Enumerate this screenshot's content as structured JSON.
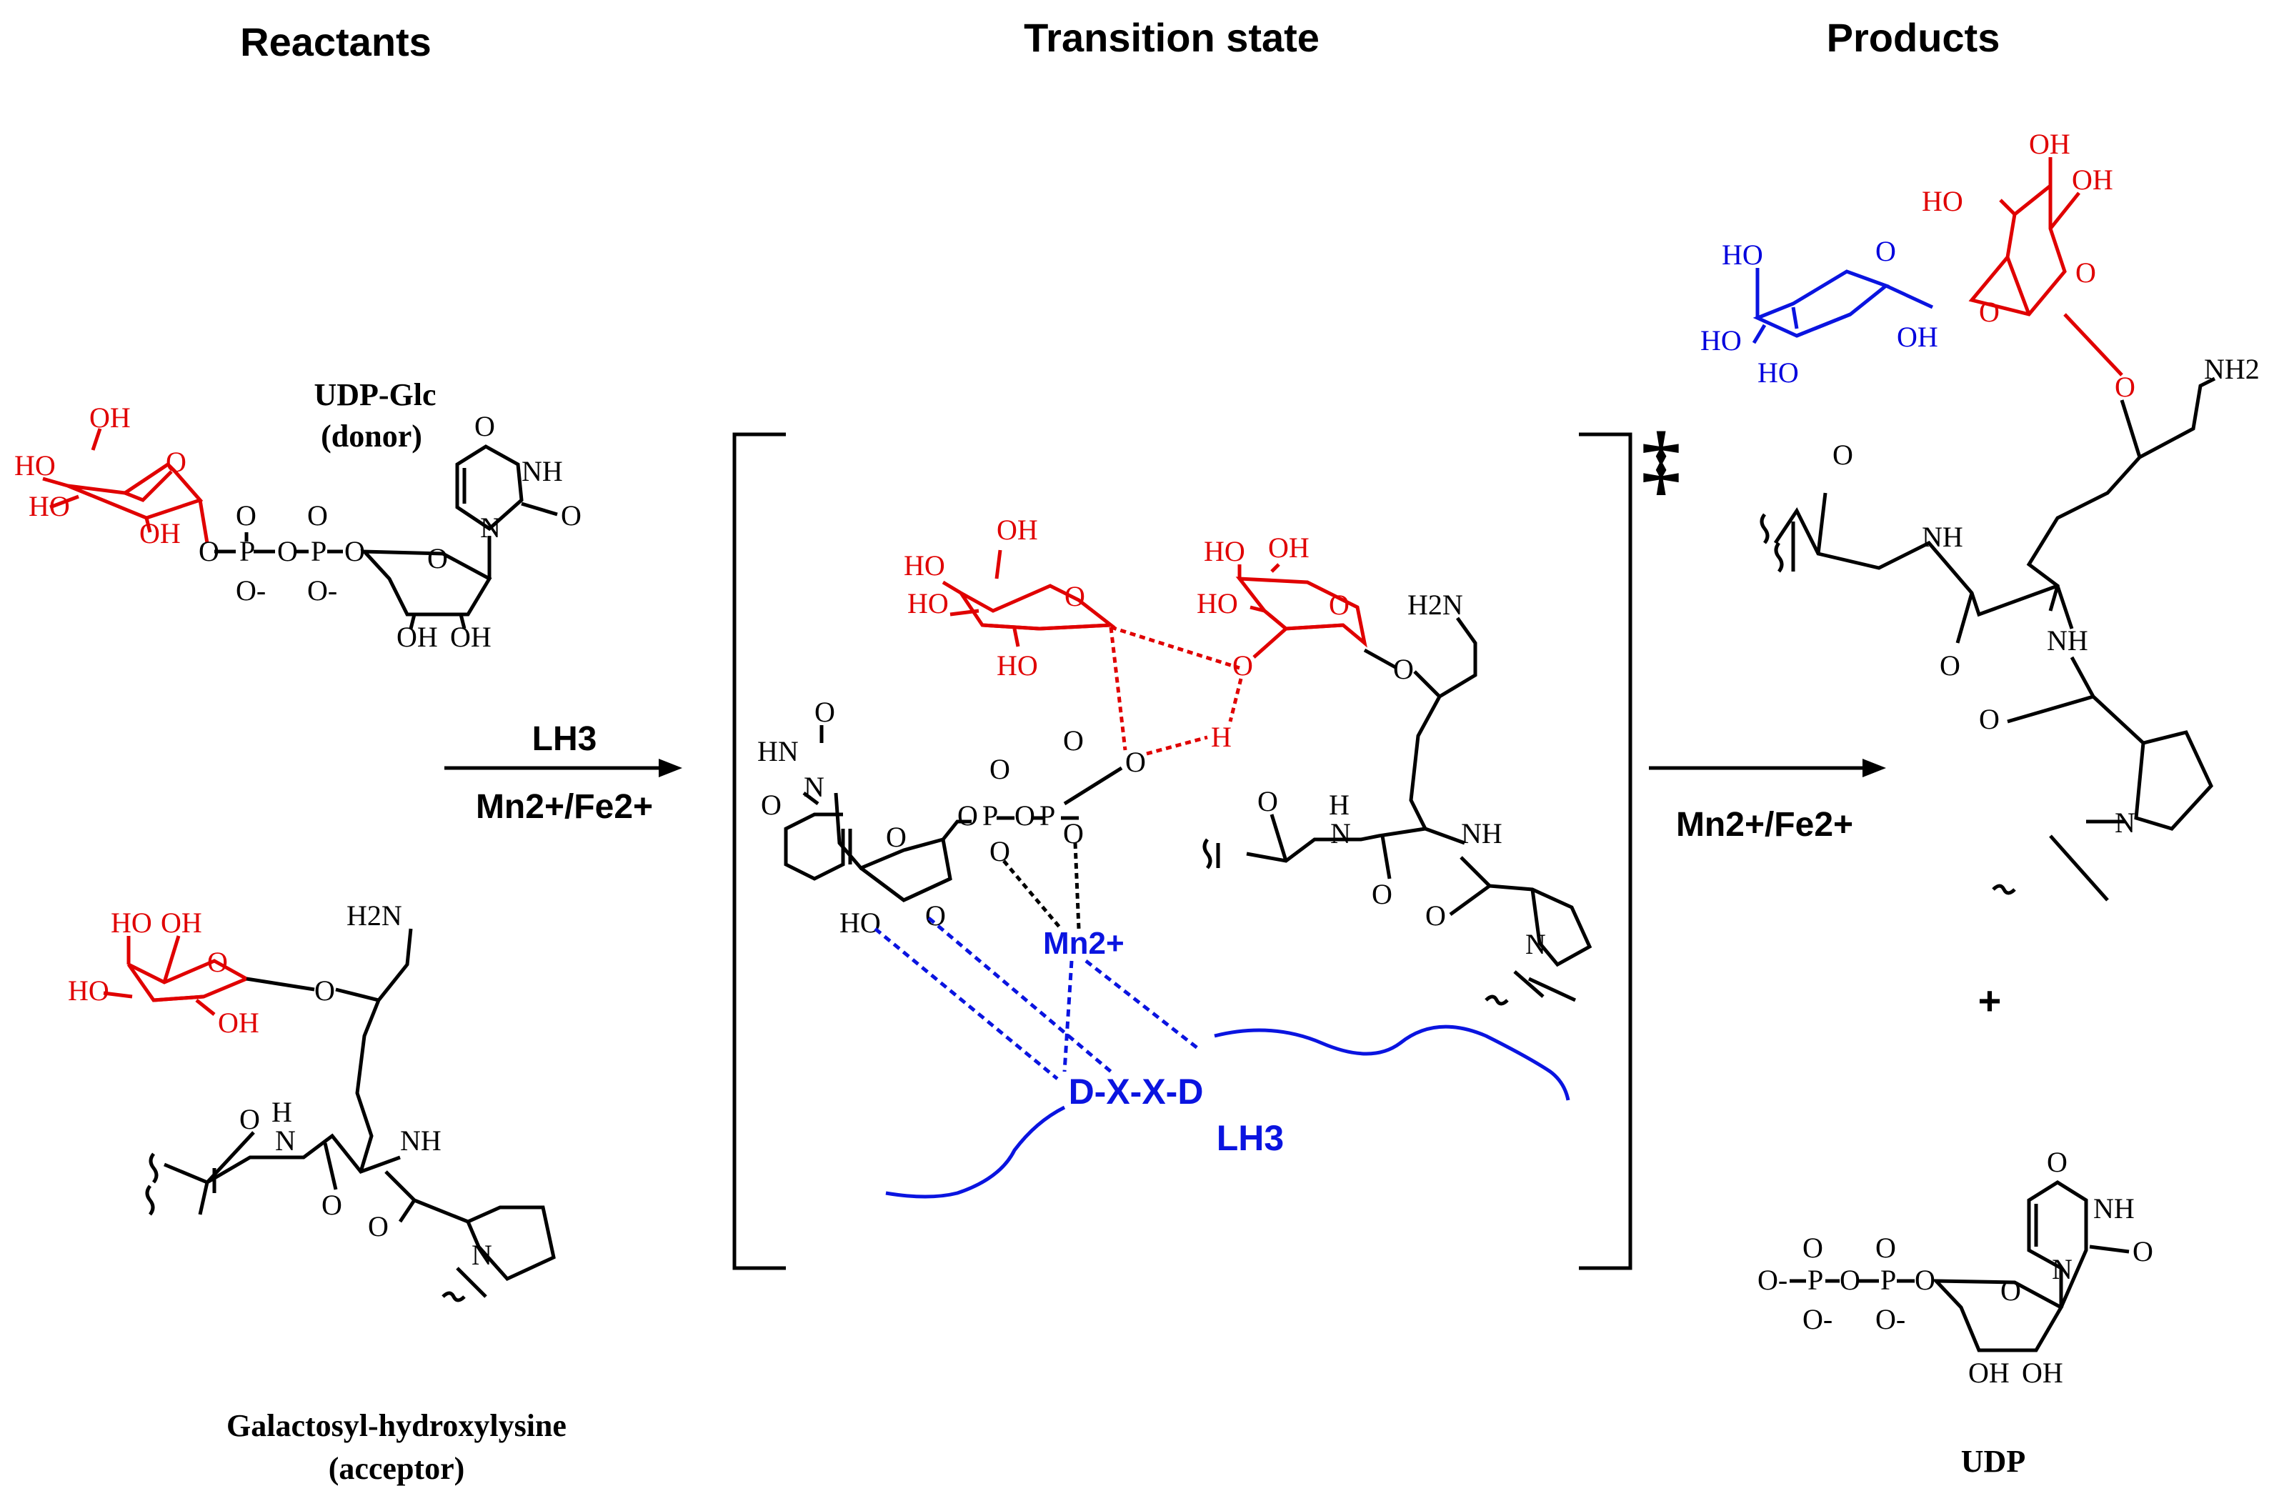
{
  "headers": {
    "reactants": "Reactants",
    "transition_state": "Transition state",
    "products": "Products"
  },
  "donor": {
    "name": "UDP-Glc",
    "role": "(donor)"
  },
  "acceptor": {
    "name": "Galactosyl-hydroxylysine",
    "role": "(acceptor)"
  },
  "udp_label": "UDP",
  "plus": "+",
  "double_dagger": "‡",
  "arrow1": {
    "enzyme": "LH3",
    "cofactor": "Mn2+/Fe2+"
  },
  "arrow2": {
    "cofactor": "Mn2+/Fe2+"
  },
  "ts": {
    "metal": "Mn2+",
    "motif": "D-X-X-D",
    "protein": "LH3"
  },
  "atoms": {
    "OH": "OH",
    "HO": "HO",
    "O": "O",
    "P": "P",
    "H": "H",
    "NH": "NH",
    "HN": "HN",
    "N": "N",
    "H2N": "H2N",
    "NH2": "NH2",
    "Ominus": "O-"
  },
  "colors": {
    "donor_sugar": "#e00000",
    "transferred_glucose": "#0a14e0",
    "protein": "#0a14e0",
    "bonds": "#000000"
  }
}
